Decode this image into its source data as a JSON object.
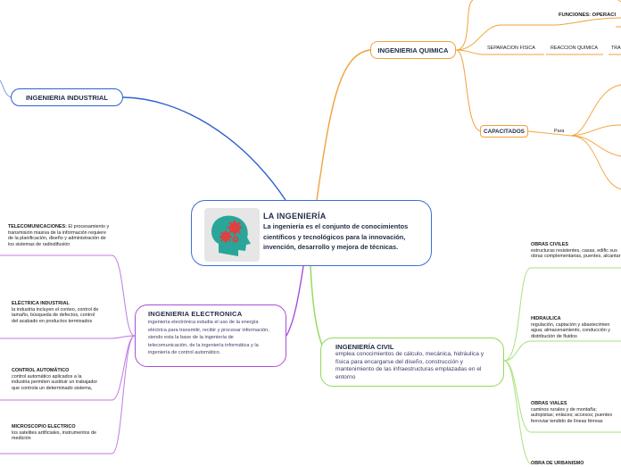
{
  "center": {
    "title": "LA INGENIERÍA",
    "description": "La ingeniería es el conjunto de conocimientos científicos y tecnológicos para la innovación, invención, desarrollo y mejora de técnicas.",
    "icon": "head-gears-icon"
  },
  "industrial": {
    "label": "INGENIERIA INDUSTRIAL"
  },
  "quimica": {
    "label": "INGENIERIA QUIMICA",
    "functions_label": "FUNCIONES: OPERACI",
    "children": [
      "SEPARACION FISICA",
      "REACCION QUIMICA",
      "TRA"
    ],
    "capacitados": {
      "label": "CAPACITADOS",
      "para": "Para"
    }
  },
  "electronica": {
    "label": "INGENIERIA ELECTRONICA",
    "description": "ingeniería electrónica estudia el uso de la energía eléctrica para transmitir, recibir y procesar información, siendo esta la base de la ingeniería de telecomunicación, de la ingeniería informática y la ingeniería de control automático.",
    "children": [
      {
        "title": "TELECOMUNICACIONES:",
        "text": "El procesamiento y transmisión masiva de la información requiere de la planificación, diseño y administración de los sistemas de radiodifusión"
      },
      {
        "title": "ELÉCTRICA INDUSTRIAL",
        "text": "la industria incluyen el conteo, control de tamaño, búsqueda de defectos, control del acabado en productos terminados"
      },
      {
        "title": "CONTROL AUTOMÁTICO",
        "text": "control automático aplicados a la industria permiten sustituir un trabajador que controla un determinado sistema,"
      },
      {
        "title": "MICROSCOPIO ELECTRICO",
        "text": "los satelites artificiales, instrumentos de medición"
      }
    ]
  },
  "civil": {
    "label": "INGENIERÍA CIVIL",
    "description": "emplea conocimientos de cálculo, mecánica, hidráulica y física para encargarse del diseño, construcción y mantenimiento de las infraestructuras emplazadas en el entorno",
    "children": [
      {
        "title": "OBRAS CIVILES",
        "text": "estructuras resistentes, casas, edific sus obras complementarias, puentes, alcantar"
      },
      {
        "title": "HIDRAULICA",
        "text": "regulación, captación y abastecimien agua; almacenamiento, conducción y distribución de fluidos"
      },
      {
        "title": "OBRAS VIALES",
        "text": "caminos rurales y de montaña; autopistas; enlaces; accesos; puentes ferroviar tendido de líneas férreas"
      },
      {
        "title": "OBRA DE URBANISMO",
        "text": ""
      }
    ]
  },
  "colors": {
    "blue": "#2f5fd0",
    "orange": "#f0a23b",
    "purple": "#a94fd6",
    "green": "#8fd957"
  }
}
